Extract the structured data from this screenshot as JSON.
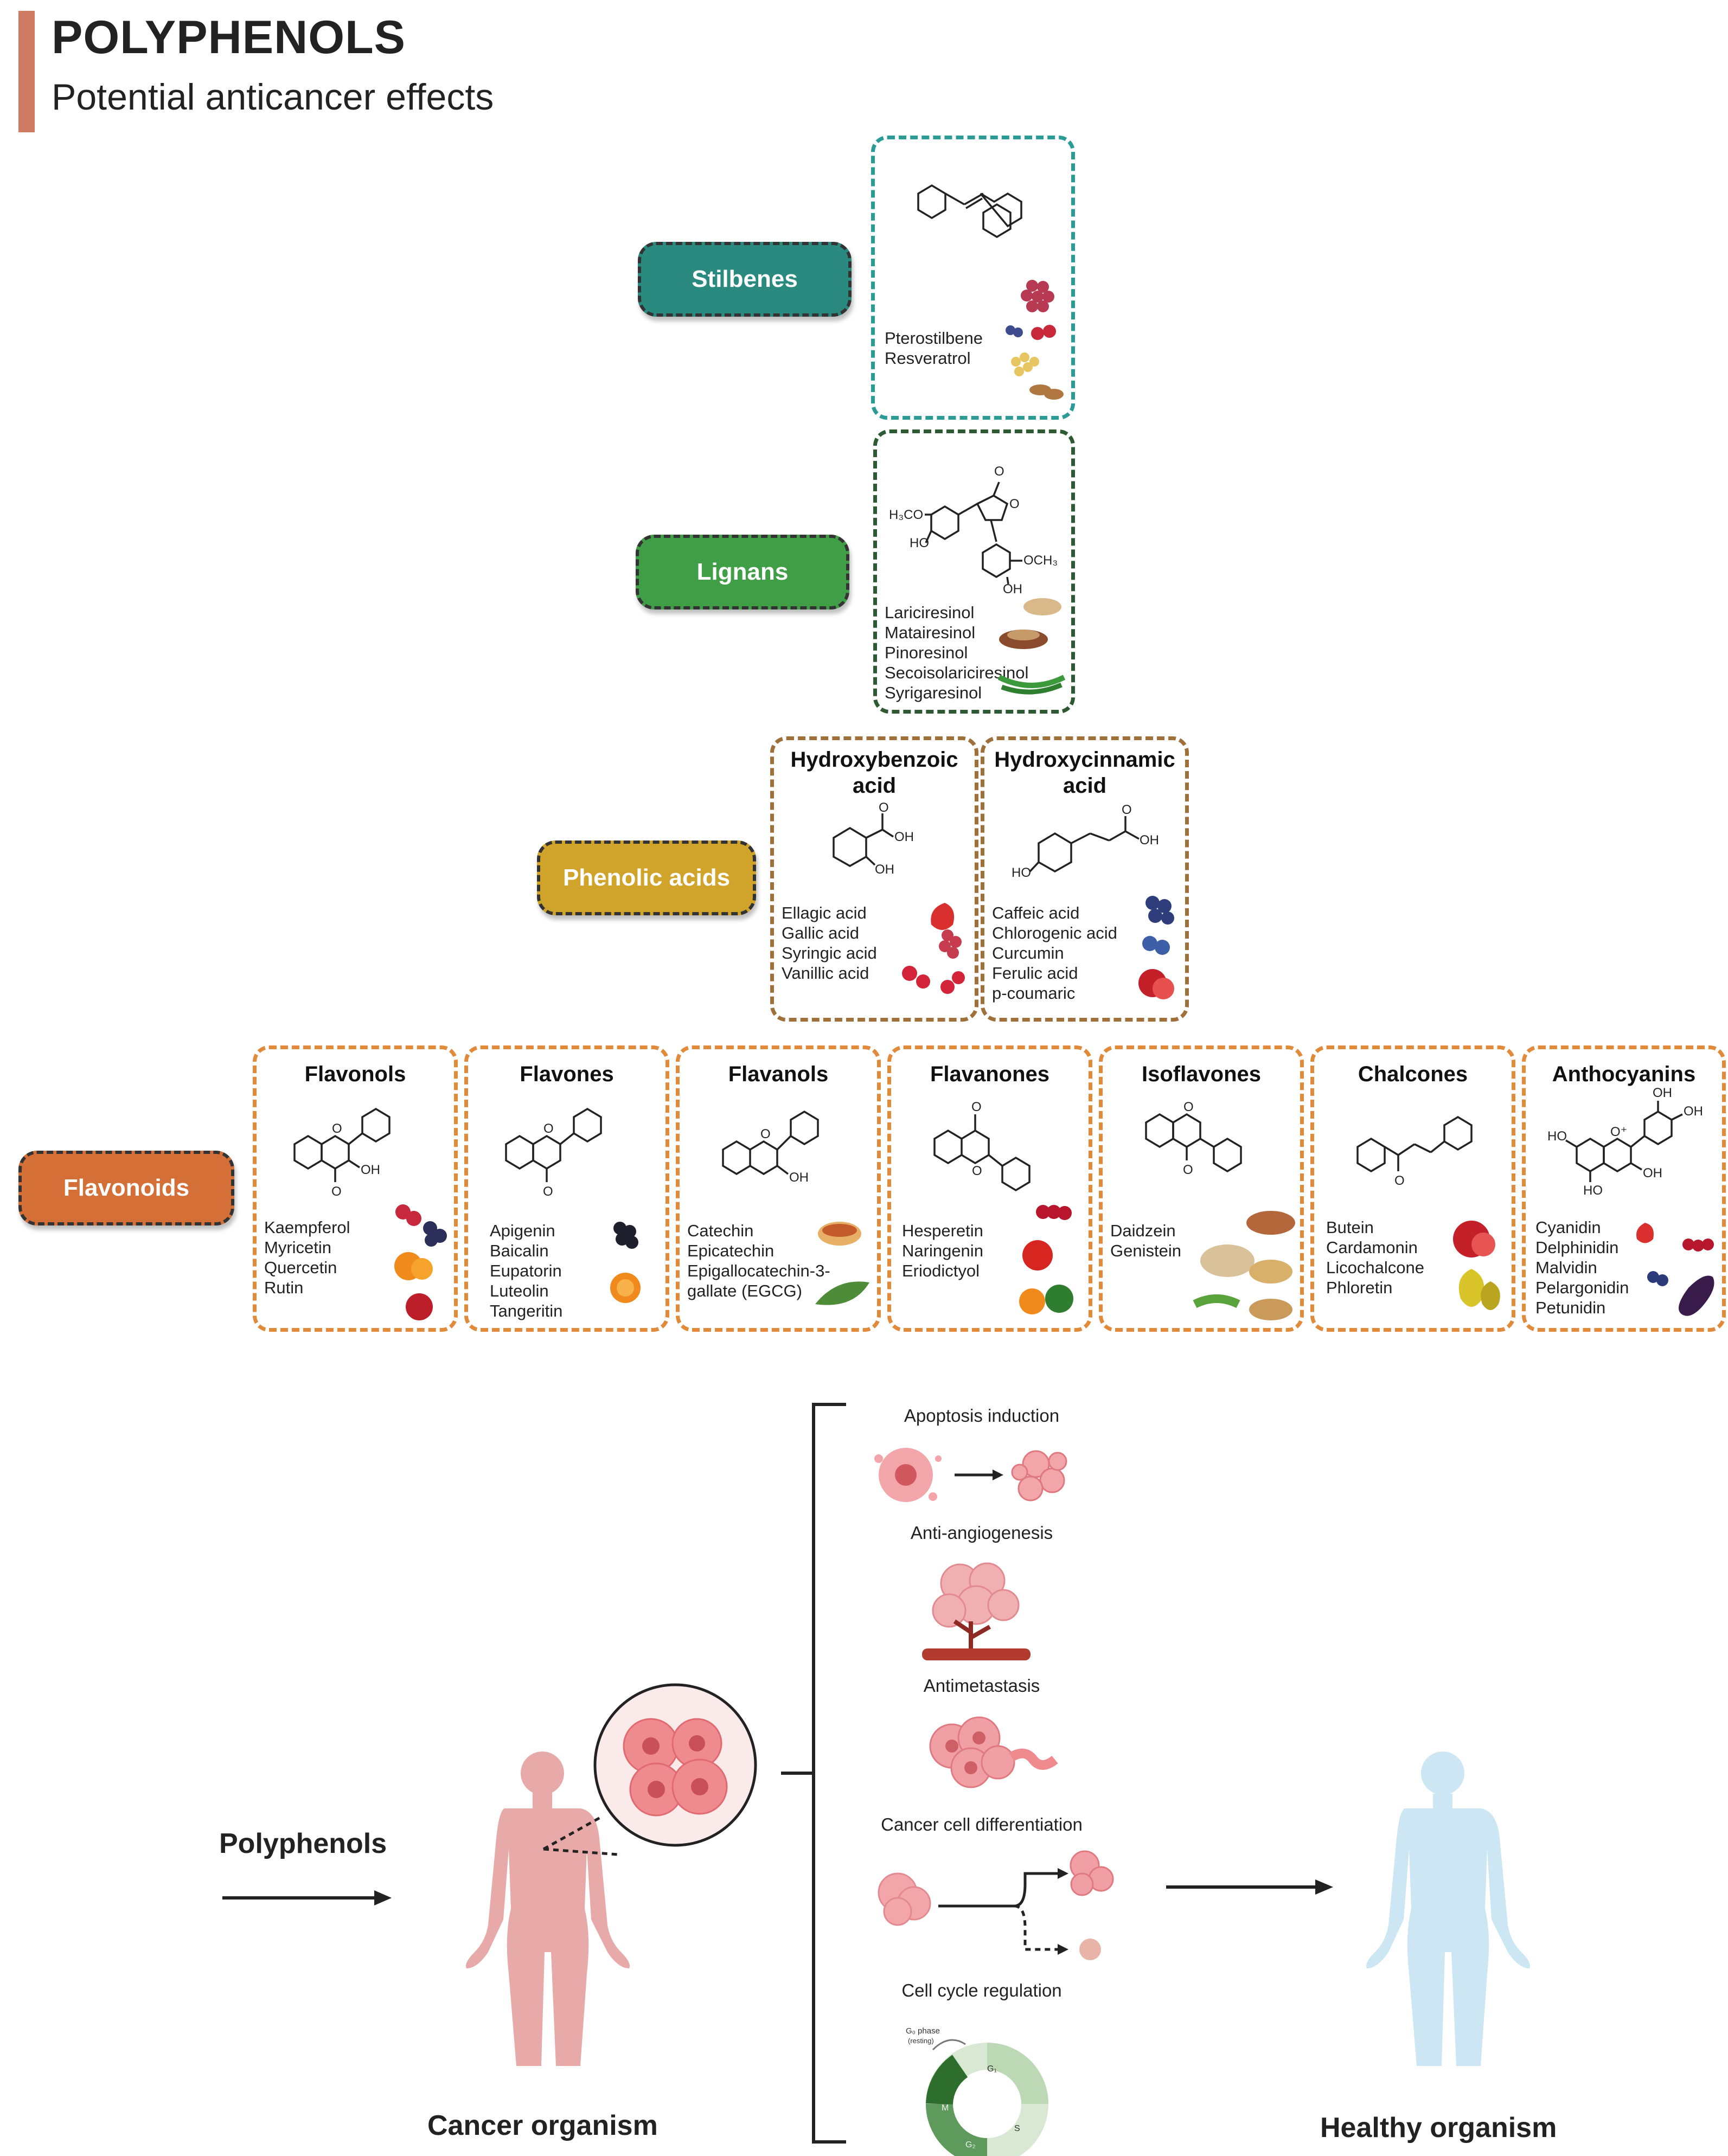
{
  "header": {
    "title": "POLYPHENOLS",
    "subtitle": "Potential anticancer effects"
  },
  "classes": {
    "stilbenes": {
      "label": "Stilbenes",
      "color": "#2a8a80",
      "compounds": [
        "Pterostilbene",
        "Resveratrol"
      ]
    },
    "lignans": {
      "label": "Lignans",
      "color": "#3f9e46",
      "compounds": [
        "Lariciresinol",
        "Matairesinol",
        "Pinoresinol",
        "Secoisolariciresinol",
        "Syrigaresinol"
      ],
      "structure_labels": {
        "h3co": "H₃CO",
        "ho": "HO",
        "och3": "OCH₃",
        "oh": "OH",
        "o1": "O",
        "o2": "O"
      }
    },
    "phenolic_acids": {
      "label": "Phenolic acids",
      "color": "#d0a32a",
      "hydroxybenzoic": {
        "title_line1": "Hydroxybenzoic",
        "title_line2": "acid",
        "compounds": [
          "Ellagic acid",
          "Gallic acid",
          "Syringic acid",
          "Vanillic acid"
        ],
        "structure_labels": {
          "o": "O",
          "oh1": "OH",
          "oh2": "OH"
        }
      },
      "hydroxycinnamic": {
        "title_line1": "Hydroxycinnamic",
        "title_line2": "acid",
        "compounds": [
          "Caffeic acid",
          "Chlorogenic acid",
          "Curcumin",
          "Ferulic acid",
          "p-coumaric"
        ],
        "structure_labels": {
          "o": "O",
          "oh": "OH",
          "ho": "HO"
        }
      }
    },
    "flavonoids": {
      "label": "Flavonoids",
      "color": "#d36f37",
      "subclasses": [
        {
          "title": "Flavonols",
          "compounds": [
            "Kaempferol",
            "Myricetin",
            "Quercetin",
            "Rutin"
          ],
          "labels": [
            "OH",
            "O"
          ]
        },
        {
          "title": "Flavones",
          "compounds": [
            "Apigenin",
            "Baicalin",
            "Eupatorin",
            "Luteolin",
            "Tangeritin"
          ],
          "labels": [
            "O",
            "O"
          ]
        },
        {
          "title": "Flavanols",
          "compounds": [
            "Catechin",
            "Epicatechin",
            "Epigallocatechin-3-",
            "gallate (EGCG)"
          ],
          "labels": [
            "O",
            "OH"
          ]
        },
        {
          "title": "Flavanones",
          "compounds": [
            "Hesperetin",
            "Naringenin",
            "Eriodictyol"
          ],
          "labels": [
            "O",
            "O"
          ]
        },
        {
          "title": "Isoflavones",
          "compounds": [
            "Daidzein",
            "Genistein"
          ],
          "labels": [
            "O",
            "O"
          ]
        },
        {
          "title": "Chalcones",
          "compounds": [
            "Butein",
            "Cardamonin",
            "Licochalcone",
            "Phloretin"
          ],
          "labels": [
            "O"
          ]
        },
        {
          "title": "Anthocyanins",
          "compounds": [
            "Cyanidin",
            "Delphinidin",
            "Malvidin",
            "Pelargonidin",
            "Petunidin"
          ],
          "labels": [
            "OH",
            "OH",
            "HO",
            "O⁺",
            "OH",
            "HO"
          ]
        }
      ]
    }
  },
  "effects": {
    "items": [
      "Apoptosis induction",
      "Anti-angiogenesis",
      "Antimetastasis",
      "Cancer cell differentiation",
      "Cell cycle regulation"
    ],
    "cell_cycle_labels": {
      "g0": "G₀ phase",
      "g0_sub": "(resting)",
      "g1": "G₁",
      "s": "S",
      "g2": "G₂",
      "m": "M"
    }
  },
  "bottom": {
    "input_label": "Polyphenols",
    "cancer_label": "Cancer organism",
    "healthy_label": "Healthy organism"
  },
  "colors": {
    "title_bar": "#cf7a63",
    "box_border": "#333333",
    "cancer_body": "#e7aaa8",
    "healthy_body": "#cde6f4",
    "cell_pink": "#ef8b8f",
    "vessel_red": "#b33a2e",
    "cycle_green": "#5d9a5c"
  }
}
